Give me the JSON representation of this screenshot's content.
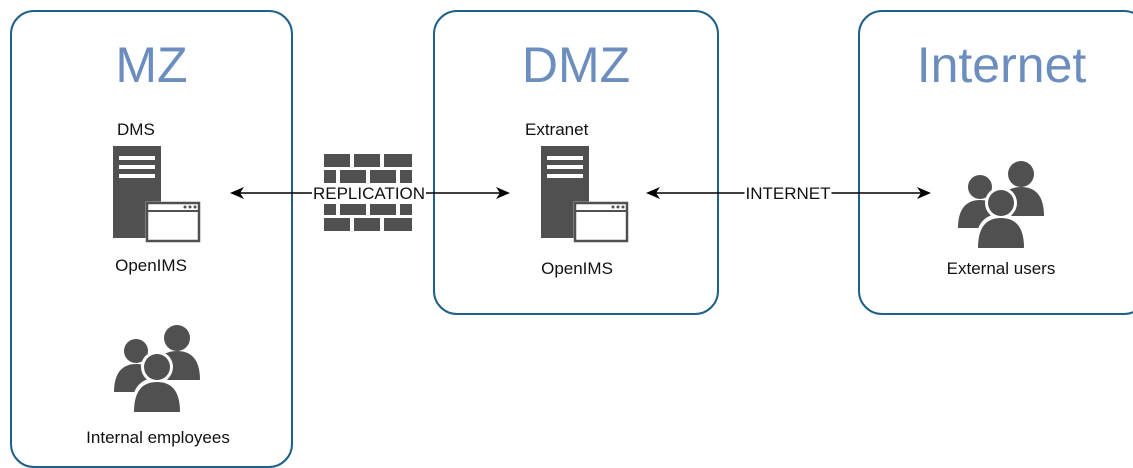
{
  "zones": {
    "mz": {
      "title": "MZ"
    },
    "dmz": {
      "title": "DMZ"
    },
    "internet": {
      "title": "Internet"
    }
  },
  "nodes": {
    "dms": {
      "top_label": "DMS",
      "bottom_label": "OpenIMS",
      "icon": "server-window-icon"
    },
    "internal": {
      "label": "Internal employees",
      "icon": "users-group-icon"
    },
    "extranet": {
      "top_label": "Extranet",
      "bottom_label": "OpenIMS",
      "icon": "server-window-icon"
    },
    "external": {
      "label": "External users",
      "icon": "users-group-icon"
    }
  },
  "firewall": {
    "icon": "firewall-icon"
  },
  "edges": {
    "replication": {
      "label": "REPLICATION",
      "bidirectional": true
    },
    "internet": {
      "label": "INTERNET",
      "bidirectional": true
    }
  },
  "colors": {
    "zone_border": "#1f5f8b",
    "zone_title": "#6c8ebf",
    "icon": "#505050",
    "arrow": "#000000"
  }
}
